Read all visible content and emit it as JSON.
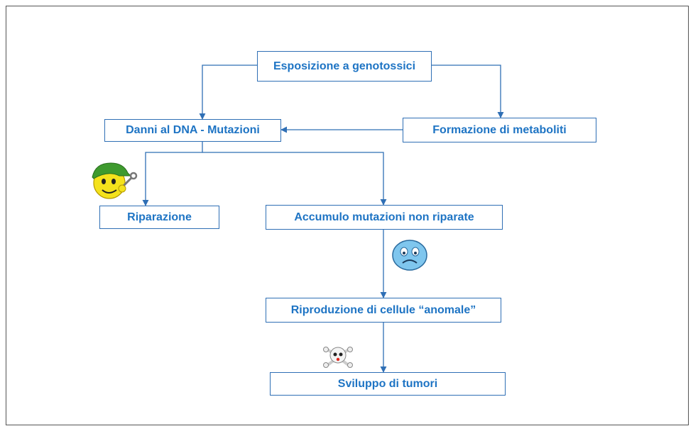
{
  "nodes": {
    "esposizione": "Esposizione a genotossici",
    "danni": "Danni al DNA - Mutazioni",
    "formazione": "Formazione di metaboliti",
    "riparazione": "Riparazione",
    "accumulo": "Accumulo mutazioni non riparate",
    "riproduzione": "Riproduzione di cellule “anomale”",
    "sviluppo": "Sviluppo di tumori"
  },
  "icons": {
    "repair": "mechanic-smiley-icon",
    "sad": "sad-face-icon",
    "danger": "skull-crossbones-icon"
  },
  "colors": {
    "text": "#1e74c4",
    "border": "#2f6fb5"
  }
}
